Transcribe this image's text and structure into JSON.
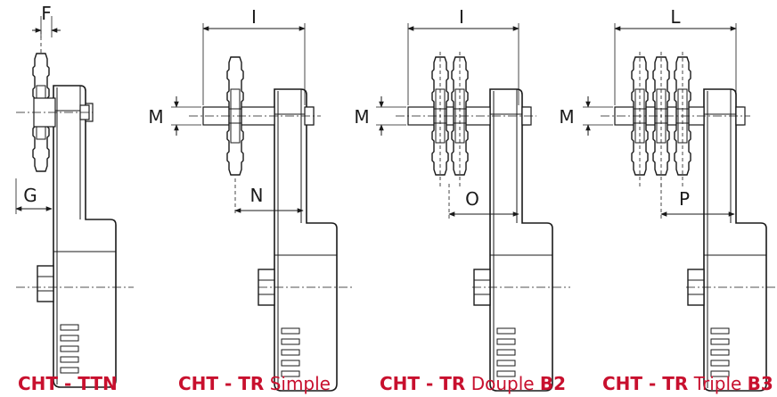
{
  "palette": {
    "line": "#1a1a1a",
    "caption": "#c8102e",
    "background": "#ffffff"
  },
  "figures": [
    {
      "caption_bold": "CHT - TTN",
      "caption_rest": "",
      "caption_suffix": "",
      "dims": {
        "top": "F",
        "mid": "G"
      }
    },
    {
      "caption_bold": "CHT - TR",
      "caption_rest": "Simple",
      "caption_suffix": "",
      "dims": {
        "top": "I",
        "side": "M",
        "mid": "N"
      }
    },
    {
      "caption_bold": "CHT - TR",
      "caption_rest": "Douple",
      "caption_suffix": "B2",
      "dims": {
        "top": "I",
        "side": "M",
        "mid": "O"
      }
    },
    {
      "caption_bold": "CHT - TR",
      "caption_rest": "Triple",
      "caption_suffix": "B3",
      "dims": {
        "top": "L",
        "side": "M",
        "mid": "P"
      }
    }
  ]
}
